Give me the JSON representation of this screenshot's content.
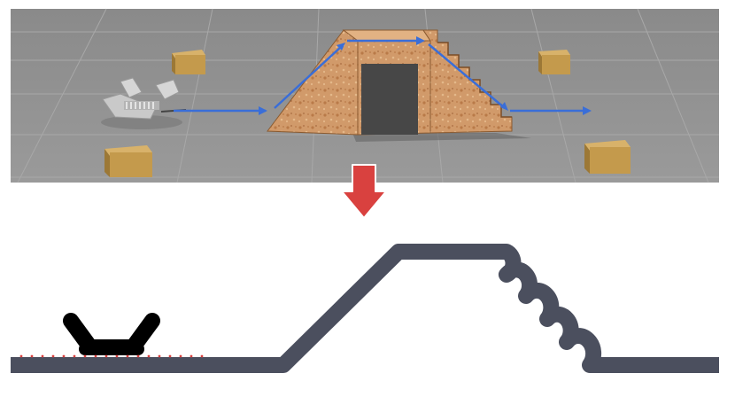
{
  "figure": {
    "colors": {
      "page_background": "#ffffff",
      "floor": "#8e8e8e",
      "floor_grid": "#a8a8a8",
      "crate": "#c49a4c",
      "crate_side": "#9c7836",
      "plywood": "#d19a6a",
      "plywood_dark": "#a86c40",
      "robot_body": "#c9c9c9",
      "path_arrow": "#3a6ed8",
      "down_arrow": "#d9413f",
      "terrain_profile": "#4b4f5e",
      "robot_silhouette": "#000000",
      "contact_marks": "#d9413f"
    },
    "panels": [
      {
        "name": "simulation-scene",
        "content": [
          "tracked-robot",
          "wooden-ramp-with-stairs",
          "cardboard-crates",
          "path-arrows"
        ]
      },
      {
        "name": "terrain-profile",
        "content": [
          "robot-silhouette",
          "flat-ground",
          "ramp-up",
          "plateau",
          "stair-steps-down",
          "flat-ground"
        ]
      }
    ]
  }
}
